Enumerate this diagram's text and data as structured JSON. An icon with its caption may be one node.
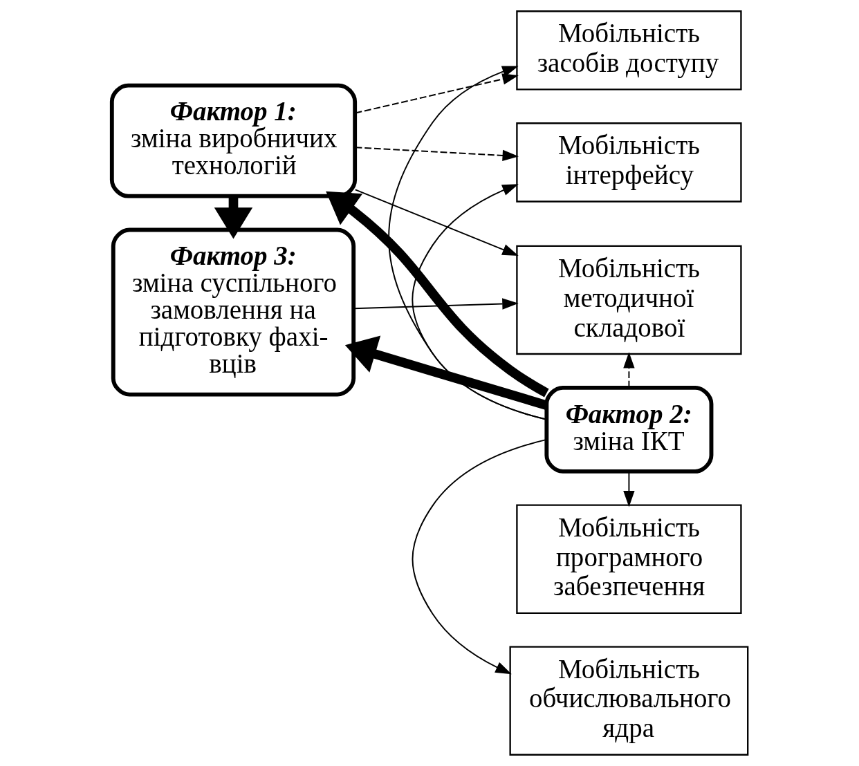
{
  "diagram": {
    "nodes": [
      {
        "text": [
          "Фактор 1:",
          "зміна виробничих технологій"
        ]
      },
      {
        "text": [
          "Мобільність програмного забезпечення"
        ]
      },
      {
        "text": [
          "Мобільність засобів доступу"
        ]
      },
      {
        "text": [
          "Мобільність інтерфейсу"
        ]
      },
      {
        "text": [
          "Мобільність обчислювального ядра"
        ]
      },
      {
        "text": [
          "Мобільність методичної складової"
        ]
      },
      {
        "text": [
          "Фактор 2:",
          "зміна ІКТ"
        ]
      },
      {
        "text": [
          "Фактор 3:",
          "зміна суспільного замовлення на підготовку фахі- вців"
        ]
      }
    ],
    "edges": [
      {
        "from": 6,
        "to": 0,
        "arrow": "to",
        "style": "thick"
      },
      {
        "from": 0,
        "to": 2,
        "arrow": "to",
        "style": "dashed"
      },
      {
        "from": 0,
        "to": 3,
        "arrow": "to",
        "style": "dashed"
      },
      {
        "from": 0,
        "to": 5,
        "arrow": "to"
      },
      {
        "from": 0,
        "to": 7,
        "arrow": "to",
        "style": "thick"
      },
      {
        "from": 6,
        "to": 1,
        "arrow": "to"
      },
      {
        "from": 6,
        "to": 2,
        "arrow": "to"
      },
      {
        "from": 6,
        "to": 3,
        "arrow": "to"
      },
      {
        "from": 6,
        "to": 4,
        "arrow": "to"
      },
      {
        "from": 6,
        "to": 5,
        "arrow": "to",
        "style": "dashed"
      },
      {
        "from": 7,
        "to": 5,
        "arrow": "to"
      },
      {
        "from": 6,
        "to": 7,
        "arrow": "to",
        "style": "thick"
      }
    ]
  }
}
